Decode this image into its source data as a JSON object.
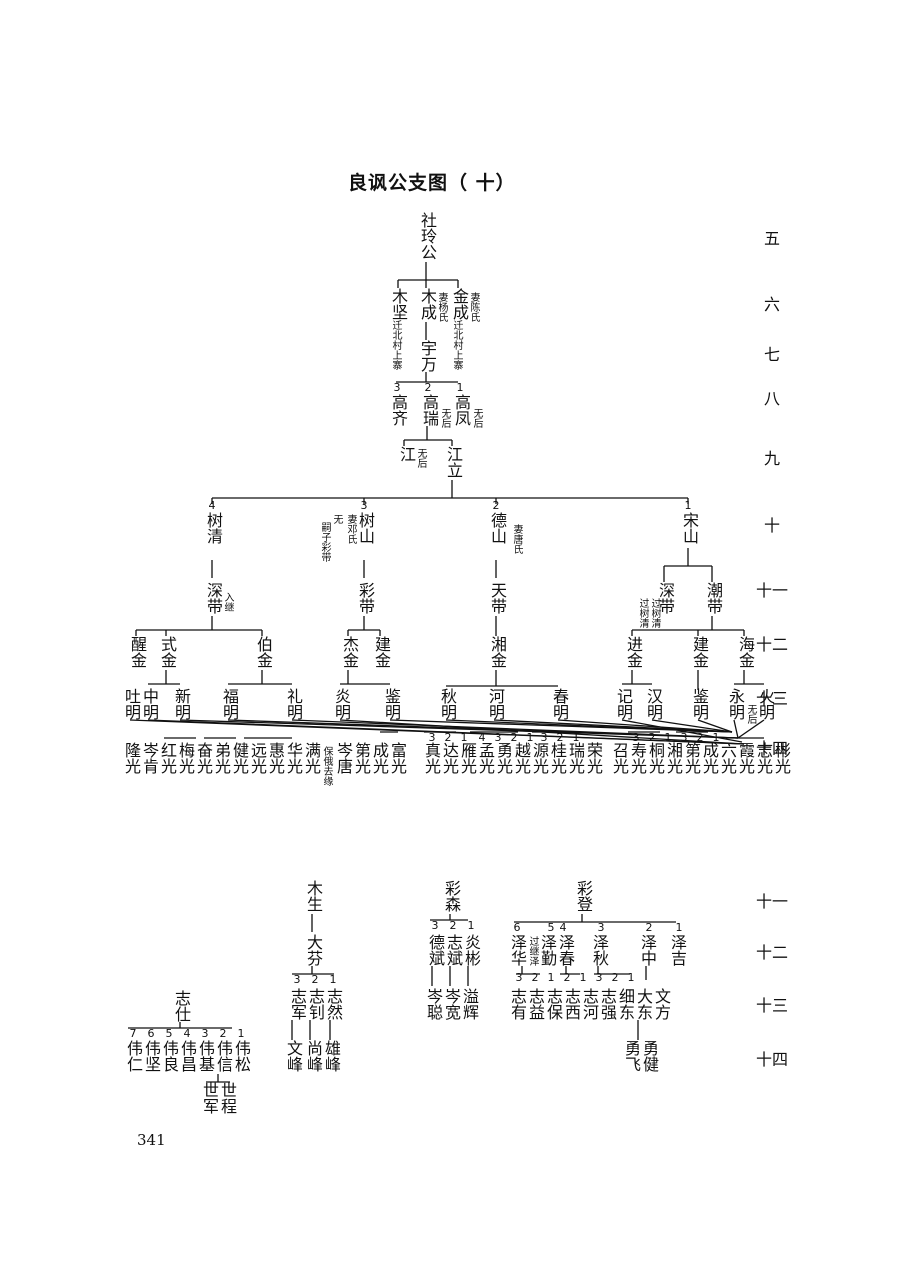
{
  "title": "良讽公支图（ 十）",
  "page_number": "341",
  "generations": [
    "五",
    "六",
    "七",
    "八",
    "九",
    "十",
    "十一",
    "十二",
    "十三",
    "十四",
    "十一",
    "十二",
    "十三",
    "十四"
  ],
  "tree1": {
    "root": "社玲公",
    "g6": [
      {
        "name": "木坚",
        "note": "迁北村上寨"
      },
      {
        "name": "木成",
        "note": "妻杨氏"
      },
      {
        "name": "金成",
        "note": "迁北村上寨"
      }
    ],
    "g6_notes": [
      "妻杨氏",
      "妻陈氏"
    ],
    "g7": [
      "宇万"
    ],
    "g8": [
      {
        "num": "3",
        "name": "高齐"
      },
      {
        "num": "2",
        "name": "高瑞",
        "note": "无后"
      },
      {
        "num": "1",
        "name": "高凤",
        "note": "无后"
      }
    ],
    "g9": [
      {
        "name": "江",
        "note": "无后"
      },
      {
        "name": "江立"
      }
    ],
    "g10": [
      {
        "num": "4",
        "name": "树清"
      },
      {
        "num": "3",
        "name": "树山",
        "note": "妻邓氏"
      },
      {
        "num": "2",
        "name": "德山",
        "note": "妻唐氏"
      },
      {
        "num": "1",
        "name": "宋山"
      }
    ],
    "g10_extra": [
      "嗣子彩带",
      "无"
    ],
    "g11": [
      {
        "name": "深带",
        "note": "入继"
      },
      {
        "name": "彩带"
      },
      {
        "name": "天带"
      },
      {
        "name": "深带",
        "note": "过树清"
      },
      {
        "name": "潮带"
      }
    ],
    "g12": [
      "醒金",
      "式金",
      "伯金",
      "杰金",
      "建金",
      "湘金",
      "进金",
      "建金",
      "海金"
    ],
    "g13": [
      "吐明",
      "中明",
      "新明",
      "福明",
      "礼明",
      "炎明",
      "鉴明",
      "秋明",
      "河明",
      "春明",
      "记明",
      "汉明",
      "鉴明",
      "永明",
      "火明"
    ],
    "g13_notes": [
      "无后"
    ],
    "g14": [
      "隆光",
      "岑肯",
      "红光",
      "梅光",
      "奋光",
      "弟光",
      "健光",
      "远光",
      "惠光",
      "华光",
      "满光",
      "岑唐",
      "第光",
      "成光",
      "富光",
      "真光",
      "达光",
      "雁光",
      "孟光",
      "勇光",
      "越光",
      "源光",
      "桂光",
      "瑞光",
      "荣光",
      "召光",
      "寿光",
      "桐光",
      "湘光",
      "第光",
      "成光",
      "六光",
      "霞光",
      "志光",
      "彬光"
    ],
    "g14_notes": [
      "保俄去缘"
    ],
    "g14_nums": [
      "3",
      "2",
      "1",
      "4",
      "3",
      "2",
      "1",
      "3",
      "2",
      "1",
      "3",
      "2",
      "1",
      "3",
      "2",
      "1"
    ]
  },
  "tree2": {
    "zhishi": {
      "name": "志仕",
      "nums": [
        "7",
        "6",
        "5",
        "4",
        "3",
        "2",
        "1"
      ],
      "children": [
        "伟仁",
        "伟坚",
        "伟良",
        "伟昌",
        "伟基",
        "伟信",
        "伟松"
      ],
      "grand": [
        "世军",
        "世程"
      ]
    },
    "musheng": {
      "name": "木生",
      "child": "大芬",
      "nums": [
        "3",
        "2",
        "1"
      ],
      "children": [
        "志军",
        "志钊",
        "志然"
      ],
      "grand": [
        "文峰",
        "尚峰",
        "雄峰"
      ]
    },
    "caisen": {
      "name": "彩森",
      "nums": [
        "3",
        "2",
        "1"
      ],
      "children": [
        "德斌",
        "志斌",
        "炎彬"
      ],
      "grand": [
        "岑聪",
        "岑宽",
        "溢辉"
      ]
    },
    "caideng": {
      "name": "彩登",
      "nums": [
        "6",
        "5",
        "4",
        "3",
        "2",
        "1"
      ],
      "children": [
        "泽华",
        "泽勤",
        "泽春",
        "泽秋",
        "泽中",
        "泽吉"
      ],
      "child_notes": [
        "过继泽"
      ],
      "grand_nums": [
        "3",
        "2",
        "1",
        "2",
        "1",
        "3",
        "2",
        "1"
      ],
      "grand": [
        "志有",
        "志益",
        "志保",
        "志西",
        "志河",
        "志强",
        "细东",
        "大东",
        "文方"
      ],
      "great": [
        "勇飞",
        "勇健"
      ]
    }
  }
}
